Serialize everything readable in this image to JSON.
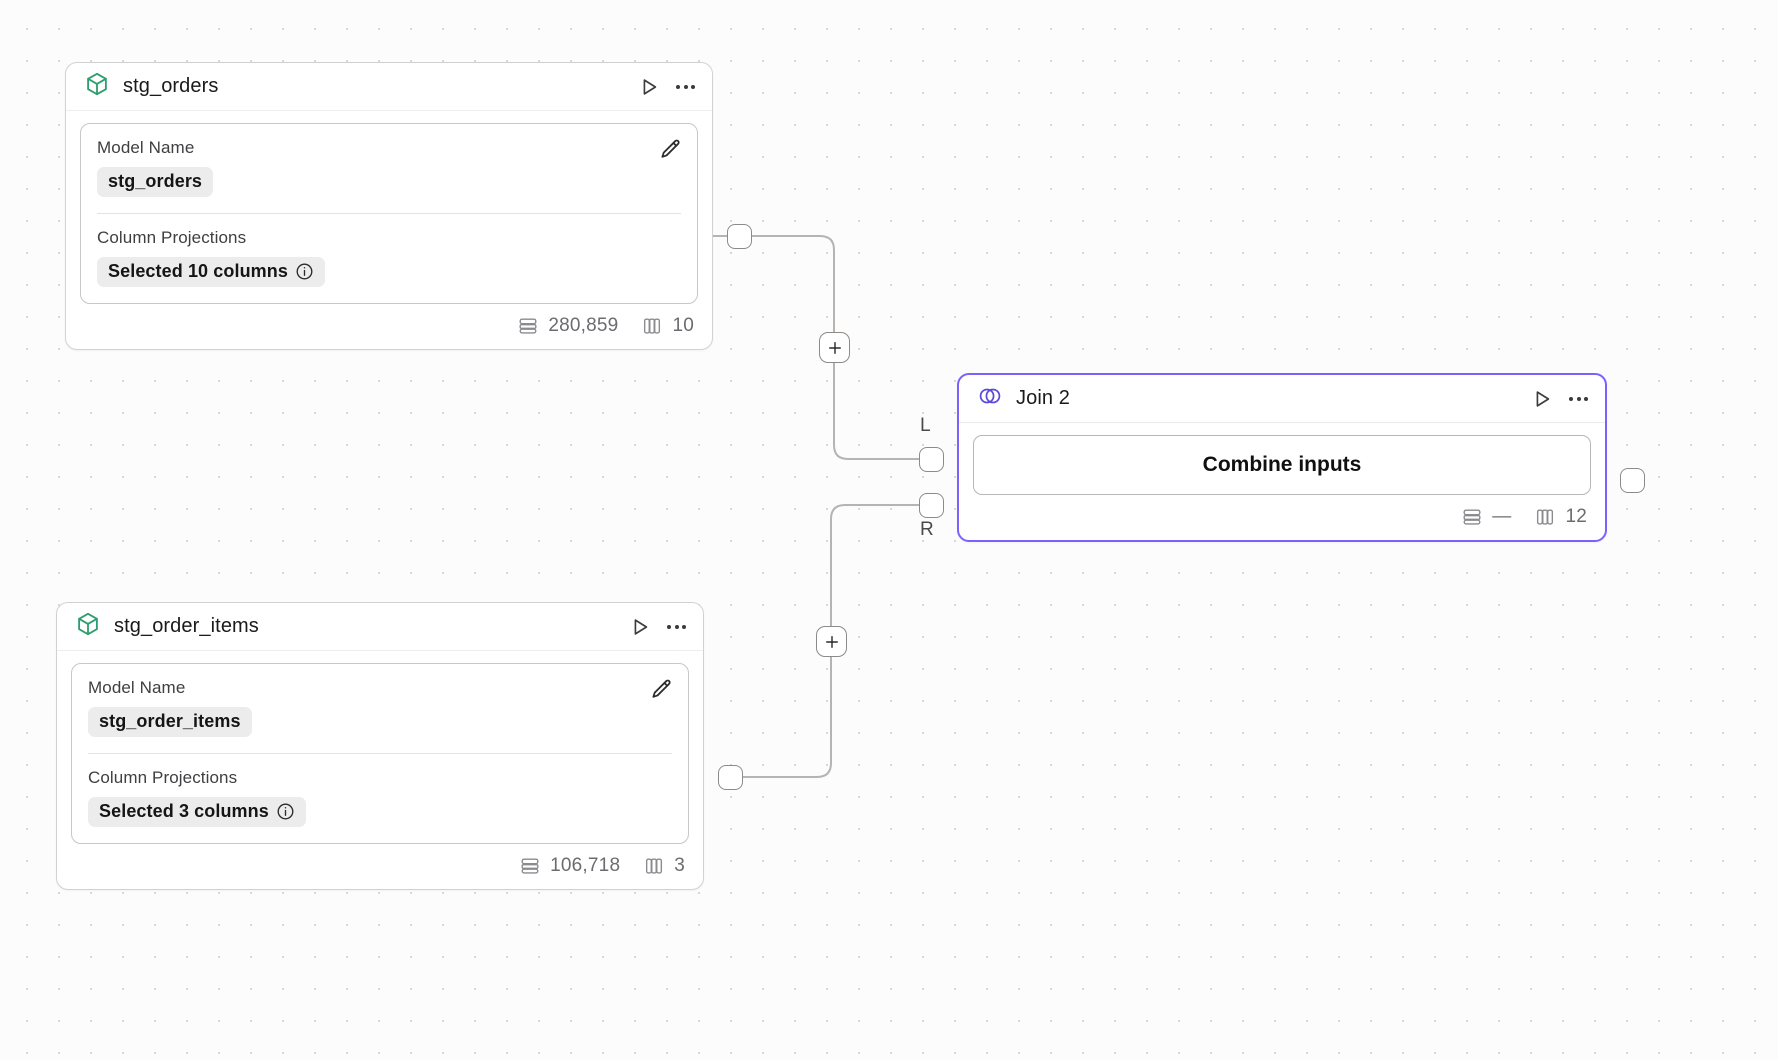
{
  "canvas": {
    "background_color": "#fcfcfc",
    "grid_dot_color": "#d8d8da",
    "accent_color": "#7b61ff",
    "model_icon_color": "#2f9e6e"
  },
  "nodes": [
    {
      "id": "stg_orders",
      "icon": "cube-icon",
      "title": "stg_orders",
      "actions": {
        "run": "play-icon",
        "menu": "more-options-icon"
      },
      "fields": [
        {
          "label": "Model Name",
          "value": "stg_orders",
          "editable": true,
          "edit_icon": "pencil-icon"
        },
        {
          "label": "Column Projections",
          "value": "Selected 10 columns",
          "info_icon": "info-icon"
        }
      ],
      "stats": {
        "rows_icon": "rows-icon",
        "rows": "280,859",
        "columns_icon": "columns-icon",
        "columns": "10"
      }
    },
    {
      "id": "stg_order_items",
      "icon": "cube-icon",
      "title": "stg_order_items",
      "actions": {
        "run": "play-icon",
        "menu": "more-options-icon"
      },
      "fields": [
        {
          "label": "Model Name",
          "value": "stg_order_items",
          "editable": true,
          "edit_icon": "pencil-icon"
        },
        {
          "label": "Column Projections",
          "value": "Selected 3 columns",
          "info_icon": "info-icon"
        }
      ],
      "stats": {
        "rows_icon": "rows-icon",
        "rows": "106,718",
        "columns_icon": "columns-icon",
        "columns": "3"
      }
    },
    {
      "id": "join_2",
      "icon": "venn-join-icon",
      "title": "Join 2",
      "selected": true,
      "actions": {
        "run": "play-icon",
        "menu": "more-options-icon"
      },
      "primary_button": "Combine inputs",
      "input_ports": [
        {
          "label": "L",
          "name": "left-input-port"
        },
        {
          "label": "R",
          "name": "right-input-port"
        }
      ],
      "stats": {
        "rows_icon": "rows-icon",
        "rows": "—",
        "columns_icon": "columns-icon",
        "columns": "12"
      }
    }
  ],
  "edges": {
    "add_step_label": "+",
    "count": 2
  }
}
